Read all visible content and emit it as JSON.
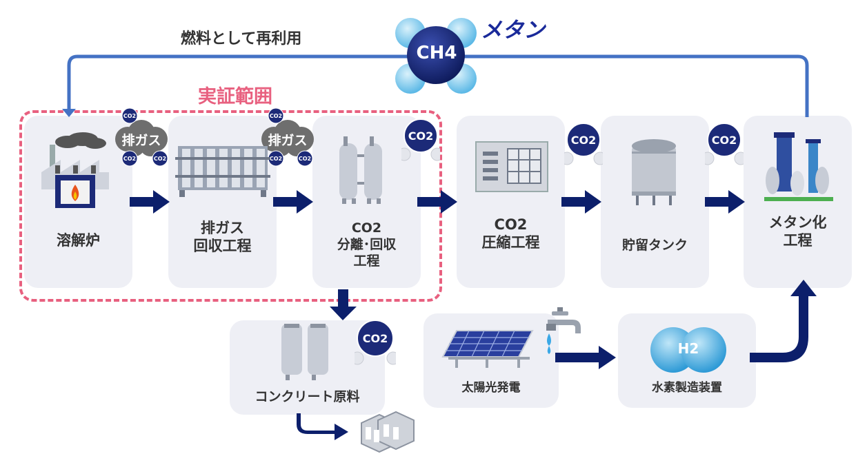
{
  "header": {
    "recycle_label": "燃料として再利用",
    "methane_formula": "CH4",
    "methane_label": "メタン",
    "scope_label": "実証範囲"
  },
  "molecule_labels": {
    "co2": "CO2",
    "h2": "H2"
  },
  "gas_label": "排ガス",
  "process_steps": [
    {
      "id": "melting-furnace",
      "label": "溶解炉"
    },
    {
      "id": "exhaust-recovery",
      "label": "排ガス\n回収工程"
    },
    {
      "id": "co2-separation",
      "label": "CO2\n分離･回収\n工程"
    },
    {
      "id": "co2-compression",
      "label": "CO2\n圧縮工程"
    },
    {
      "id": "storage-tank",
      "label": "貯留タンク"
    },
    {
      "id": "methanation",
      "label": "メタン化\n工程"
    }
  ],
  "bottom_steps": [
    {
      "id": "concrete",
      "label": "コンクリート原料"
    },
    {
      "id": "solar",
      "label": "太陽光発電"
    },
    {
      "id": "hydrogen",
      "label": "水素製造装置"
    }
  ],
  "colors": {
    "box_bg": "#eeeff5",
    "arrow_navy": "#0c1f6b",
    "recycle_line": "#4472c4",
    "scope_dash": "#e8607f",
    "methane_text": "#1a2a9a",
    "co2_ball": "#1c2a78",
    "h2_ball": "#31a8e0"
  }
}
